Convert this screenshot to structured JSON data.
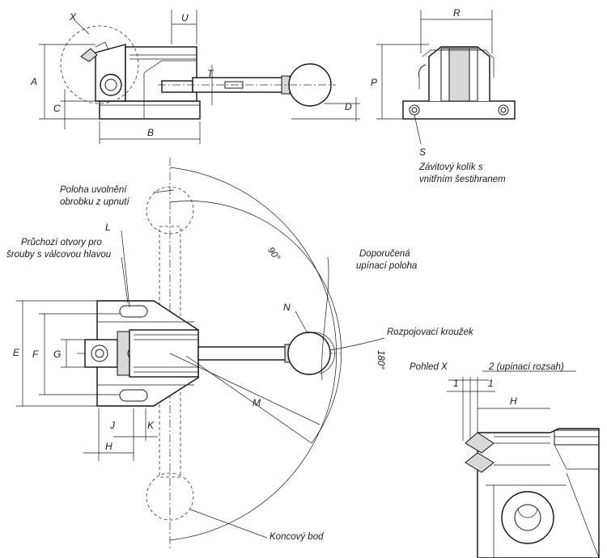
{
  "dimension_labels": {
    "X": "X",
    "U": "U",
    "R": "R",
    "A": "A",
    "C": "C",
    "T": "T",
    "D": "D",
    "P": "P",
    "B": "B",
    "S": "S",
    "L": "L",
    "N": "N",
    "E": "E",
    "F": "F",
    "G": "G",
    "J": "J",
    "K": "K",
    "H": "H",
    "M": "M",
    "H_detail": "H"
  },
  "angles": {
    "a90": "90°",
    "a180": "180°"
  },
  "notes": {
    "release_position": [
      "Poloha uvolnění",
      "obrobku z upnutí"
    ],
    "through_holes": [
      "Průchozí otvory pro",
      "šrouby s válcovou hlavou"
    ],
    "set_screw": [
      "Závitový kolík s",
      "vnitřním šestihranem"
    ],
    "recommended_clamping": [
      "Doporučená",
      "upínací poloha"
    ],
    "release_ring": "Rozpojovací kroužek",
    "end_position": "Koncový bod",
    "view_x": "Pohled X",
    "clamping_range": "2 (upínací rozsah)",
    "one_left": "1",
    "one_right": "1"
  },
  "colors": {
    "line": "#1a1a1a",
    "background": "#ffffff",
    "shade": "#d8d8d8"
  }
}
